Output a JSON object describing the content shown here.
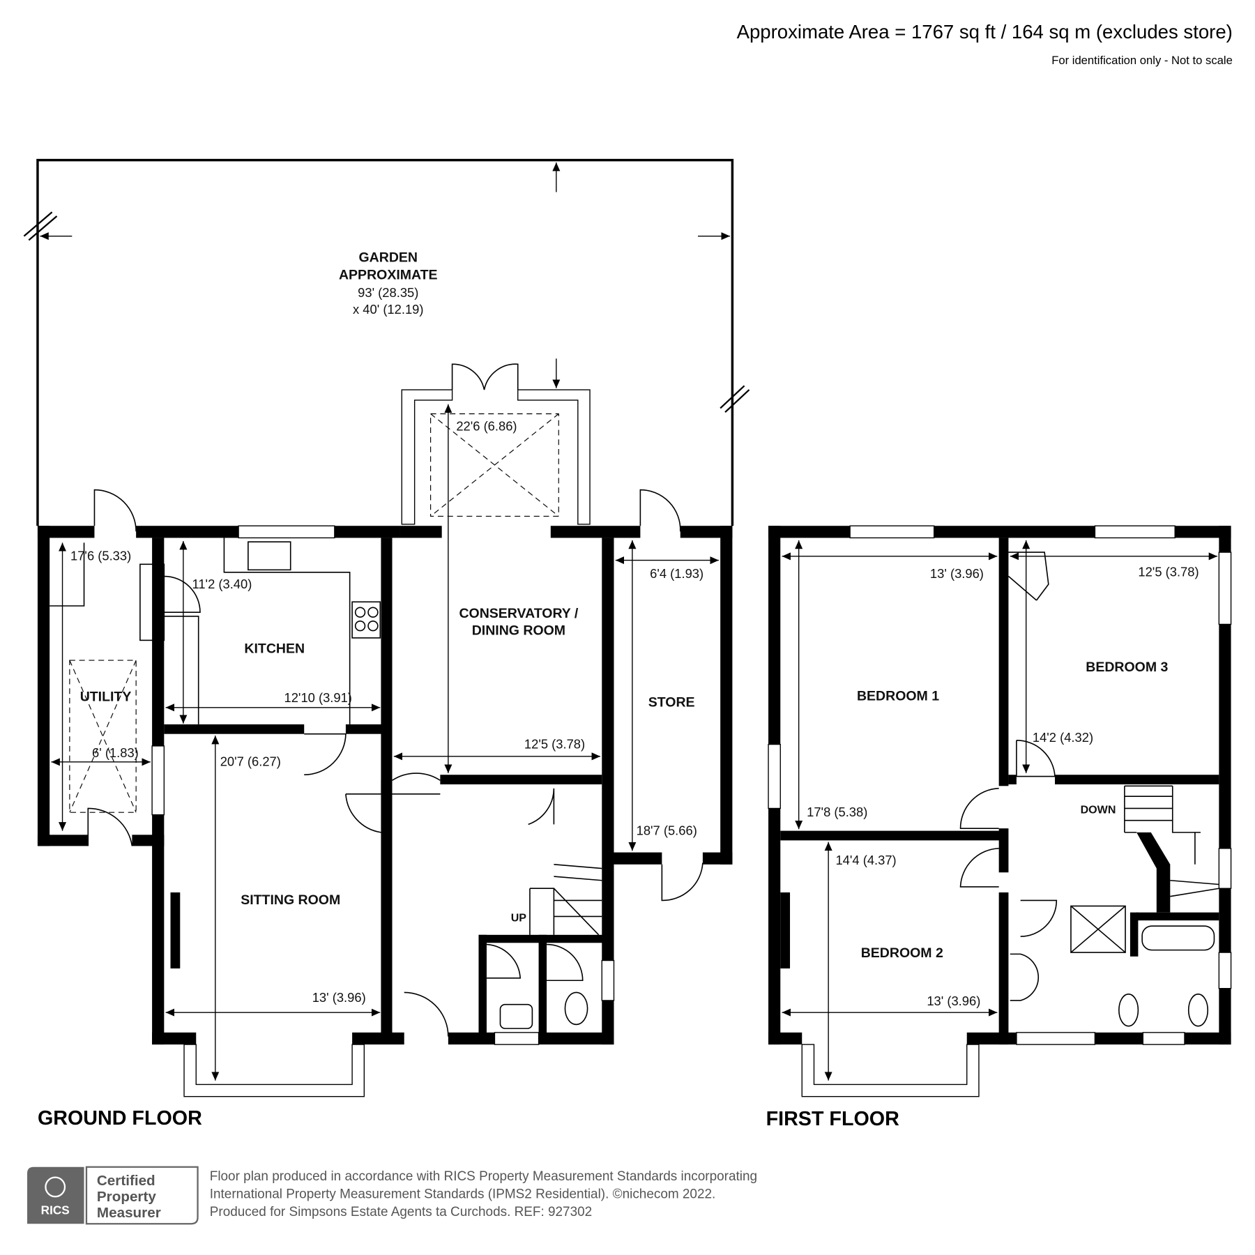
{
  "header": {
    "area": "Approximate Area = 1767 sq ft / 164 sq m (excludes store)",
    "note": "For identification only - Not to scale"
  },
  "ground_floor": {
    "title": "GROUND FLOOR",
    "garden": {
      "line1": "GARDEN",
      "line2": "APPROXIMATE",
      "line3": "93' (28.35)",
      "line4": "x 40' (12.19)"
    },
    "rooms": {
      "utility": "UTILITY",
      "kitchen": "KITCHEN",
      "conservatory1": "CONSERVATORY /",
      "conservatory2": "DINING ROOM",
      "store": "STORE",
      "sitting": "SITTING ROOM",
      "up": "UP"
    },
    "dims": {
      "utility_len": "17'6 (5.33)",
      "utility_w": "6' (1.83)",
      "kitchen_d": "11'2 (3.40)",
      "kitchen_w": "12'10 (3.91)",
      "cons_len": "22'6 (6.86)",
      "cons_w": "12'5 (3.78)",
      "store_w": "6'4 (1.93)",
      "store_len": "18'7 (5.66)",
      "sitting_len": "20'7 (6.27)",
      "sitting_w": "13' (3.96)"
    }
  },
  "first_floor": {
    "title": "FIRST FLOOR",
    "rooms": {
      "bed1": "BEDROOM 1",
      "bed2": "BEDROOM 2",
      "bed3": "BEDROOM 3",
      "down": "DOWN"
    },
    "dims": {
      "bed1_w": "13' (3.96)",
      "bed1_len": "17'8 (5.38)",
      "bed3_w": "12'5 (3.78)",
      "bed3_len": "14'2 (4.32)",
      "bed2_len": "14'4 (4.37)",
      "bed2_w": "13' (3.96)"
    }
  },
  "footer": {
    "badge_brand": "RICS",
    "badge_line1": "Certified",
    "badge_line2": "Property",
    "badge_line3": "Measurer",
    "text1": "Floor plan produced in accordance with RICS Property Measurement Standards incorporating",
    "text2": "International Property Measurement Standards (IPMS2 Residential).   ©nichecom 2022.",
    "text3": "Produced for Simpsons Estate Agents ta Curchods.   REF:  927302"
  }
}
